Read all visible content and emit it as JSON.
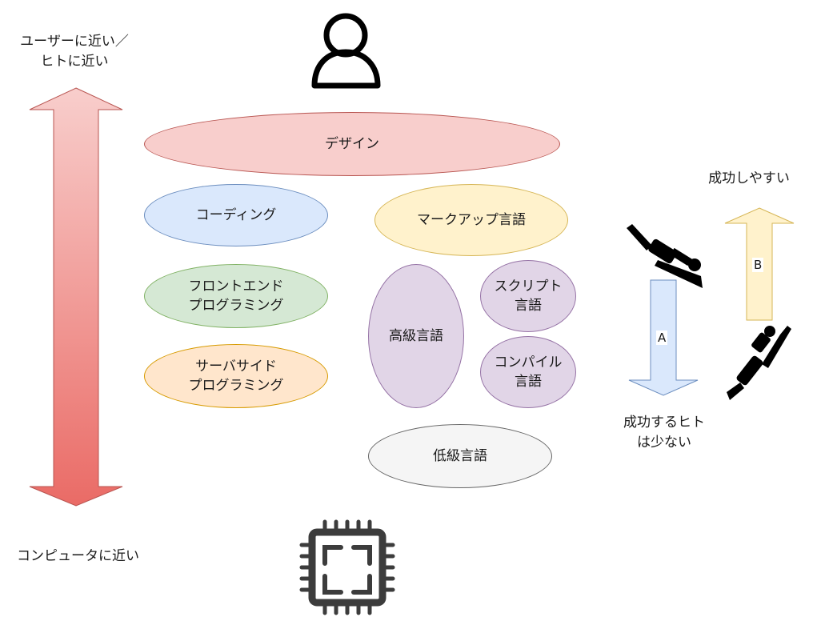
{
  "labels": {
    "user_near": "ユーザーに近い／\nヒトに近い",
    "computer_near": "コンピュータに近い",
    "easy_success": "成功しやすい",
    "few_succeed": "成功するヒト\nは少ない"
  },
  "layers": {
    "design": "デザイン",
    "coding": "コーディング",
    "frontend": "フロントエンド\nプログラミング",
    "serverside": "サーバサイド\nプログラミング",
    "markup": "マークアップ言語",
    "high_level": "高級言語",
    "script": "スクリプト\n言語",
    "compile": "コンパイル\n言語",
    "low_level": "低級言語"
  },
  "arrows": {
    "a": "A",
    "b": "B"
  },
  "icons": {
    "user": "user-icon",
    "chip": "cpu-chip-icon",
    "diver_down": "diver-descending-icon",
    "diver_up": "diver-ascending-icon"
  },
  "colors": {
    "design": "#f8cecc",
    "coding": "#dae8fc",
    "frontend": "#d5e8d4",
    "serverside": "#ffe6cc",
    "markup": "#fff2cc",
    "languages": "#e1d5e7",
    "low_level": "#f5f5f5",
    "arrow_a": "#dae8fc",
    "arrow_b": "#fff2cc"
  }
}
